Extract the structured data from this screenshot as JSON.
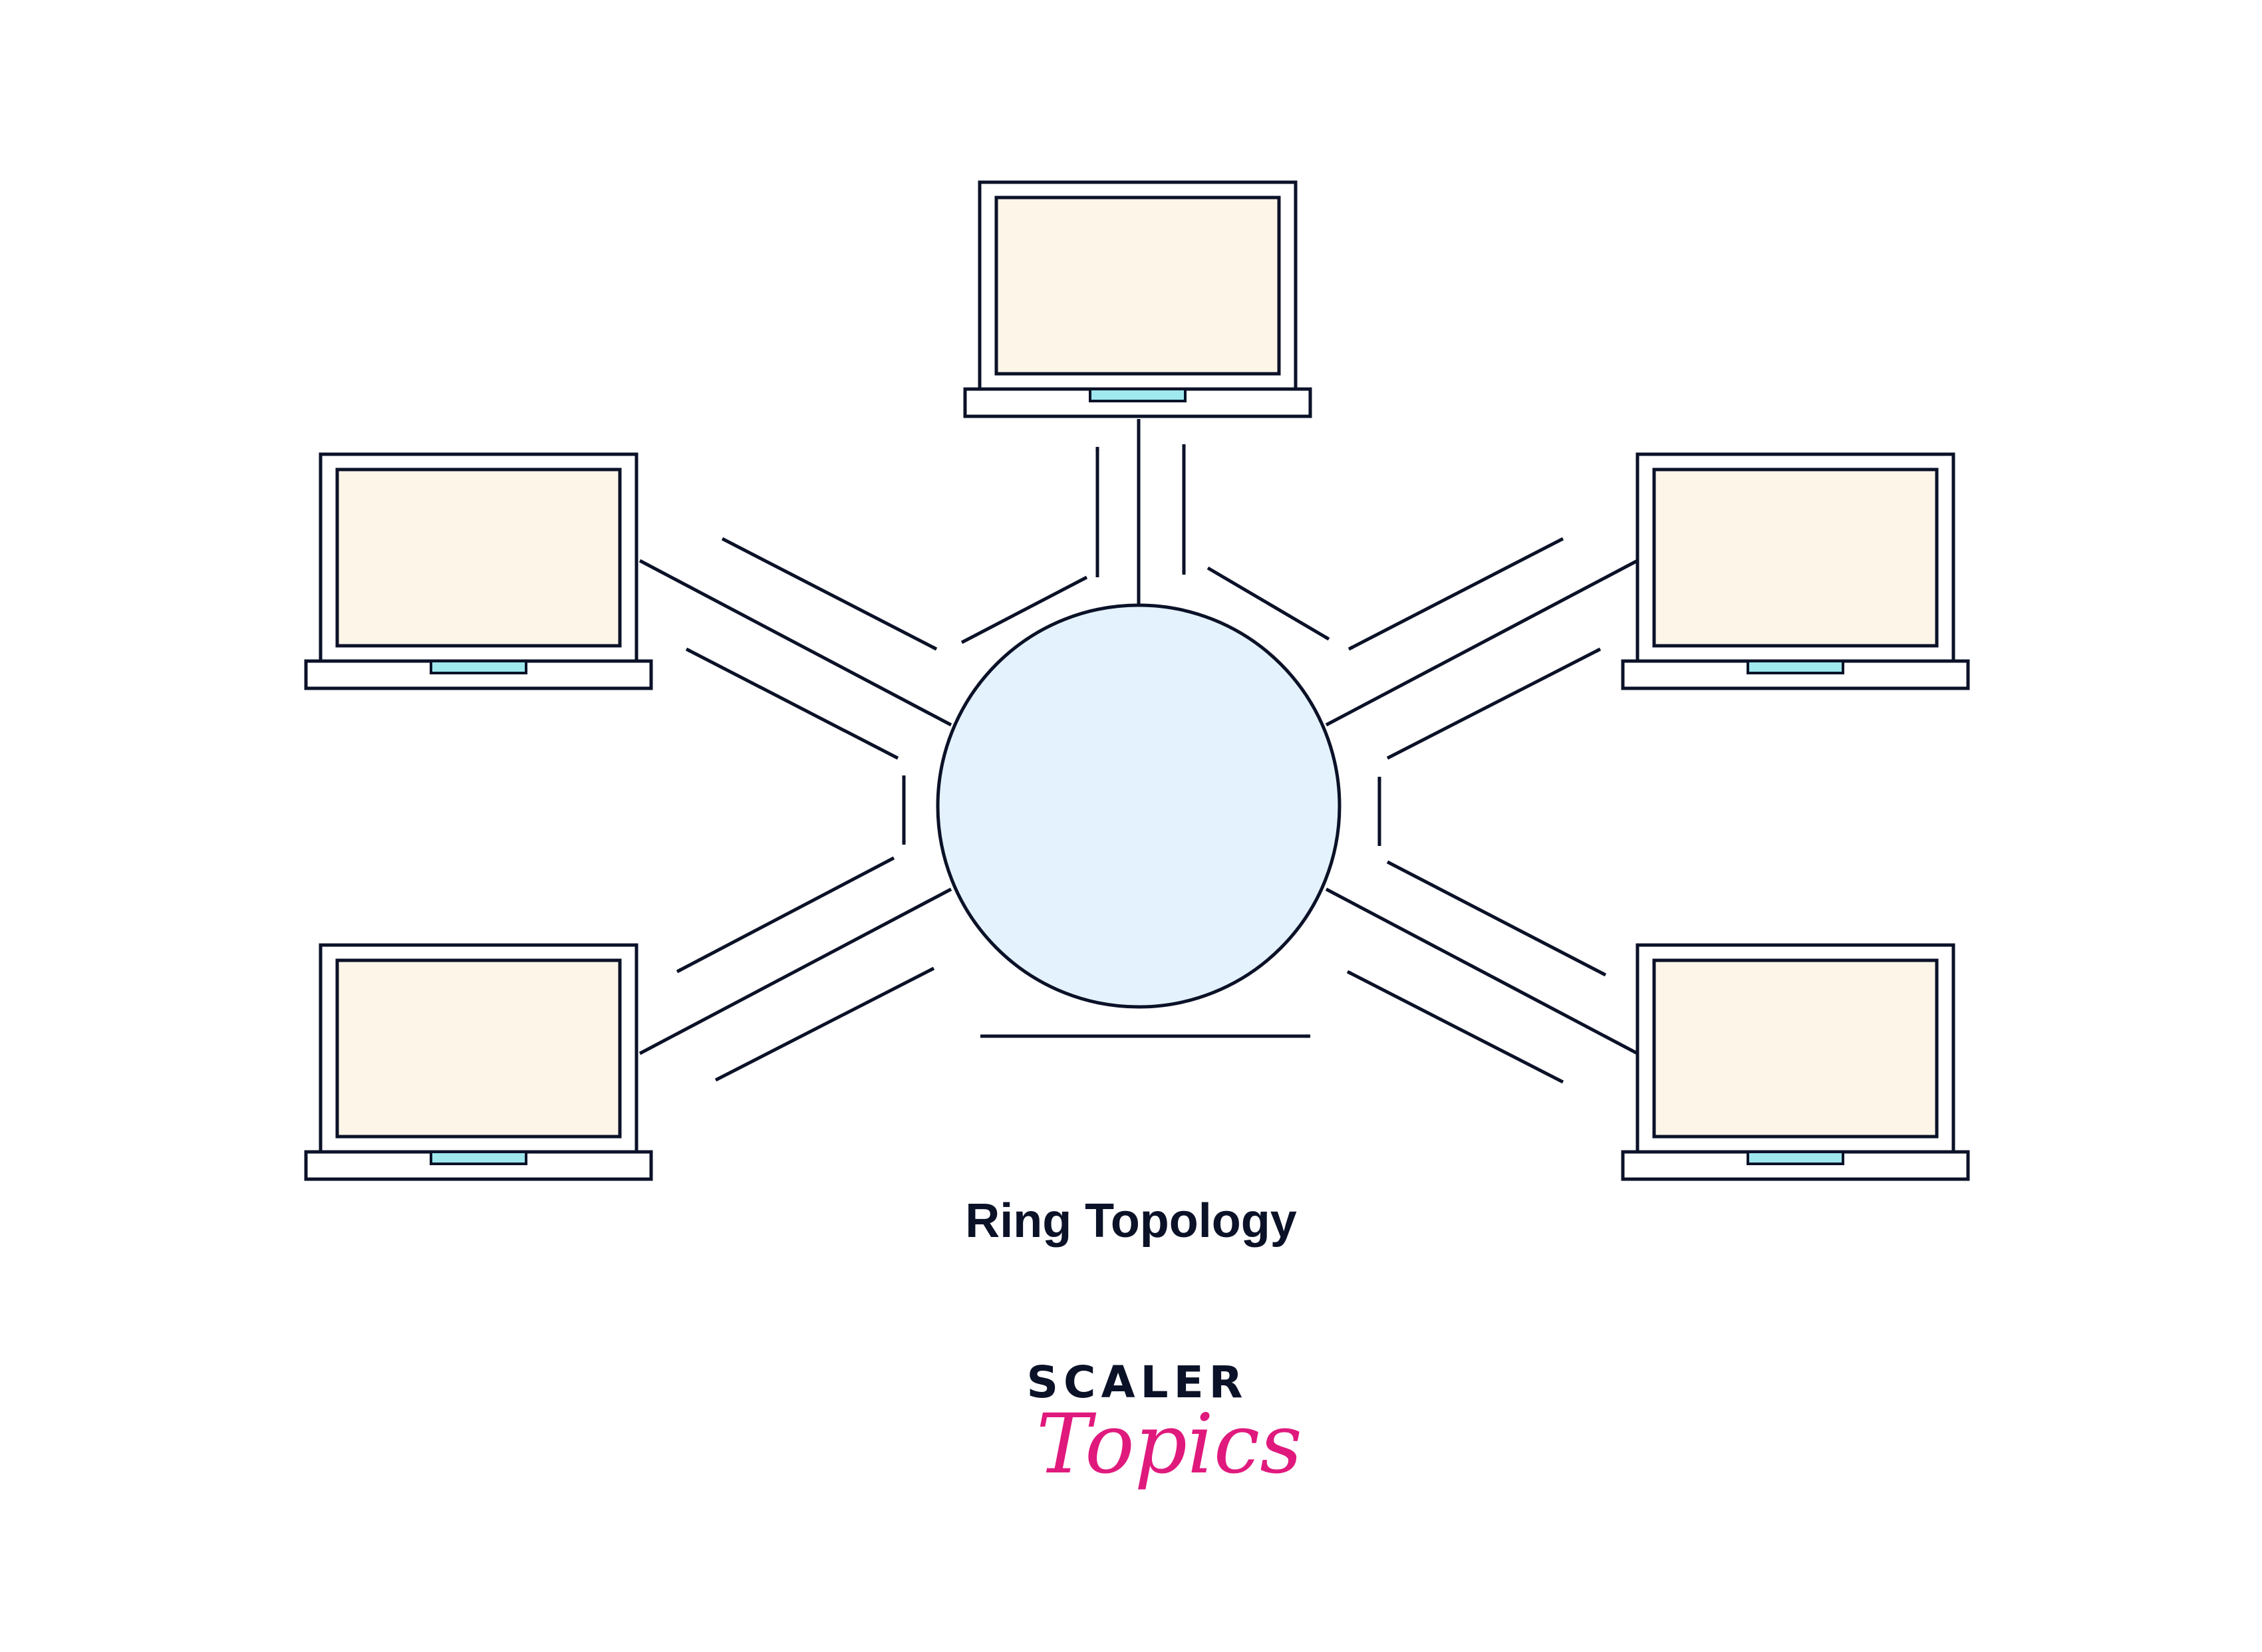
{
  "caption": "Ring Topology",
  "brand": {
    "line1": "SCALER",
    "line2": "Topics",
    "accent": "#e0197d",
    "dark": "#0b1228"
  },
  "colors": {
    "hub_fill": "#e4f2fd",
    "screen_fill": "#fdf5e8",
    "trackpad_fill": "#9fe8ee",
    "stroke": "#0b1228"
  },
  "nodes": [
    {
      "name": "laptop-top"
    },
    {
      "name": "laptop-top-left"
    },
    {
      "name": "laptop-top-right"
    },
    {
      "name": "laptop-bottom-left"
    },
    {
      "name": "laptop-bottom-right"
    }
  ],
  "hub": {
    "name": "ring-hub"
  }
}
